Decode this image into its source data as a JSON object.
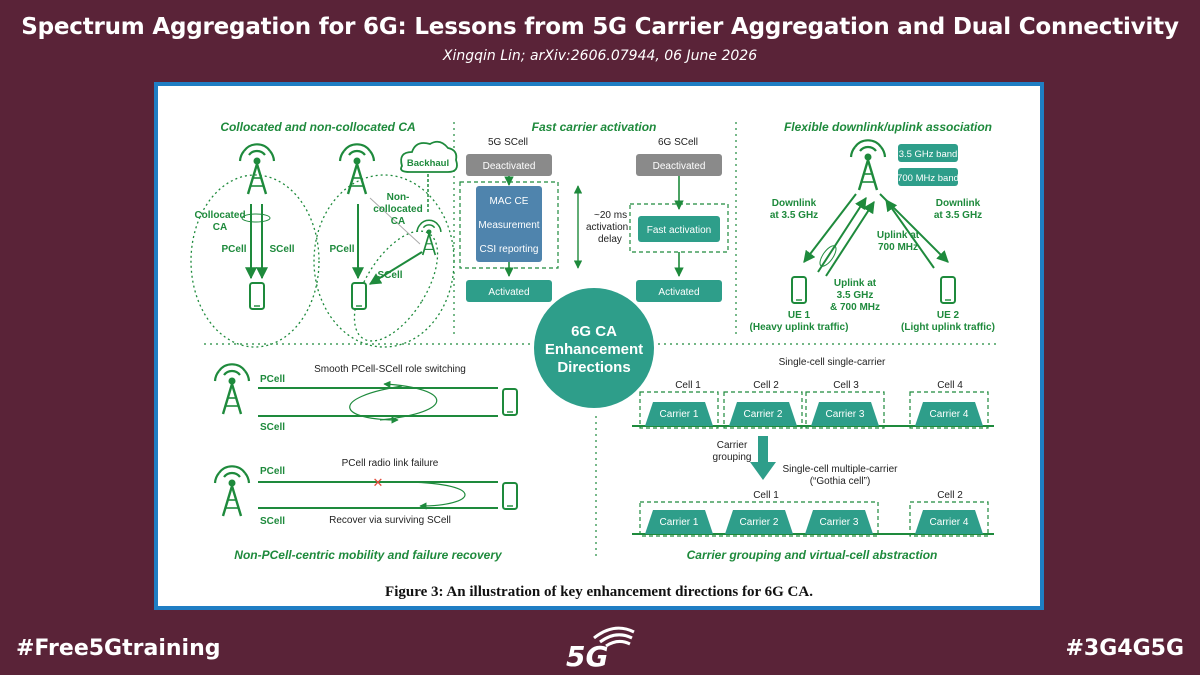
{
  "header": {
    "title": "Spectrum Aggregation for 6G: Lessons from 5G Carrier Aggregation and Dual Connectivity",
    "subtitle": "Xingqin Lin; arXiv:2606.07944, 06 June 2026"
  },
  "figure": {
    "caption": "Figure 3: An illustration of key enhancement directions for 6G CA.",
    "center": {
      "line1": "6G CA",
      "line2": "Enhancement",
      "line3": "Directions"
    },
    "panel_a": {
      "title": "Collocated and non-collocated CA",
      "collocated_label_1": "Collocated",
      "collocated_label_2": "CA",
      "pcell": "PCell",
      "scell": "SCell",
      "backhaul": "Backhaul",
      "noncoll_1": "Non-",
      "noncoll_2": "collocated",
      "noncoll_3": "CA"
    },
    "panel_b": {
      "title": "Fast carrier activation",
      "col1_header": "5G SCell",
      "col2_header": "6G SCell",
      "deactivated": "Deactivated",
      "activated": "Activated",
      "steps": [
        "MAC CE",
        "Measurement",
        "CSI reporting"
      ],
      "fast_activation": "Fast activation",
      "delay_1": "~20 ms",
      "delay_2": "activation",
      "delay_3": "delay"
    },
    "panel_c": {
      "title": "Flexible downlink/uplink association",
      "band1": "3.5 GHz band",
      "band2": "700 MHz band",
      "dl_left_1": "Downlink",
      "dl_left_2": "at 3.5 GHz",
      "dl_right_1": "Downlink",
      "dl_right_2": "at 3.5 GHz",
      "ul_right_1": "Uplink at",
      "ul_right_2": "700 MHz",
      "ul_mid_1": "Uplink at",
      "ul_mid_2": "3.5 GHz",
      "ul_mid_3": "& 700 MHz",
      "ue1_1": "UE 1",
      "ue1_2": "(Heavy uplink traffic)",
      "ue2_1": "UE 2",
      "ue2_2": "(Light uplink traffic)"
    },
    "panel_d": {
      "title": "Non-PCell-centric mobility and failure recovery",
      "pcell": "PCell",
      "scell": "SCell",
      "switching": "Smooth PCell-SCell role switching",
      "failure": "PCell radio link failure",
      "recover": "Recover via surviving SCell"
    },
    "panel_e": {
      "title": "Carrier grouping and virtual-cell abstraction",
      "single_carrier": "Single-cell single-carrier",
      "cells_top": [
        "Cell 1",
        "Cell 2",
        "Cell 3",
        "Cell 4"
      ],
      "carriers": [
        "Carrier 1",
        "Carrier 2",
        "Carrier 3",
        "Carrier 4"
      ],
      "grouping_1": "Carrier",
      "grouping_2": "grouping",
      "multi_carrier_1": "Single-cell multiple-carrier",
      "multi_carrier_2": "(“Gothia cell”)",
      "cell1": "Cell 1",
      "cell2": "Cell 2"
    }
  },
  "footer": {
    "left_hashtag": "#Free5Gtraining",
    "right_hashtag": "#3G4G5G",
    "logo_text": "5G"
  },
  "colors": {
    "background": "#5a2338",
    "frame": "#1f7ec4",
    "green": "#1e8a3c",
    "teal": "#2e9e8a",
    "gray_box": "#8a8a8a",
    "blue_box": "#4f84ad"
  }
}
